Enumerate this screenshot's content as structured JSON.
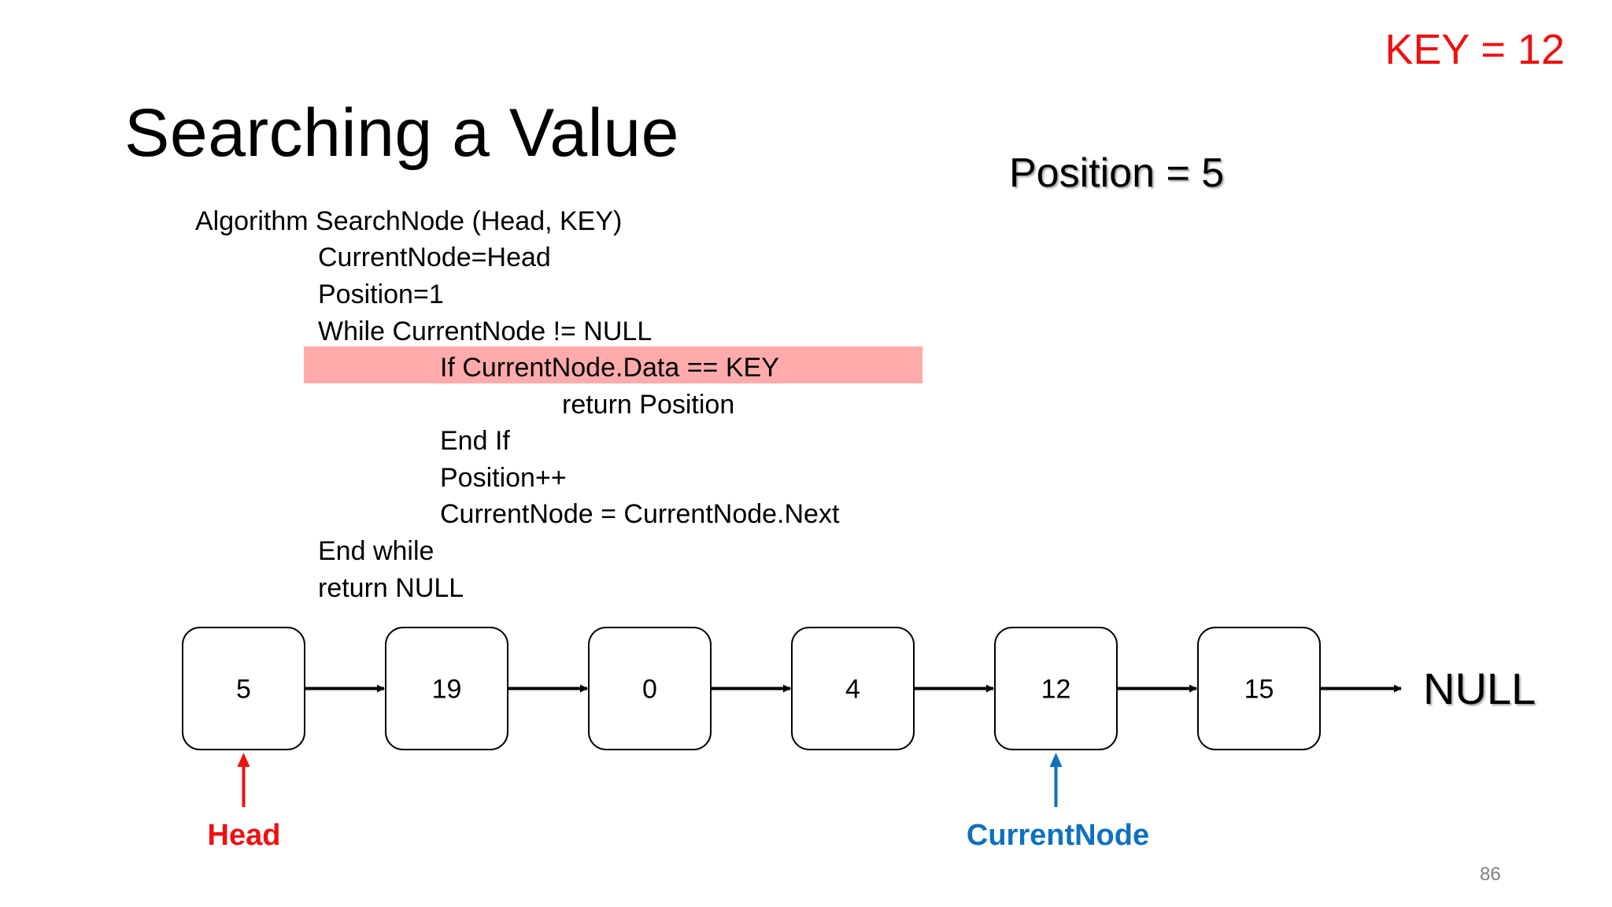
{
  "title": "Searching a Value",
  "key_label": "KEY = 12",
  "position_label": "Position = 5",
  "algorithm": {
    "lines": [
      "Algorithm SearchNode (Head, KEY)",
      "CurrentNode=Head",
      "Position=1",
      "While CurrentNode != NULL",
      "If CurrentNode.Data == KEY",
      "return Position",
      "End If",
      "Position++",
      "CurrentNode = CurrentNode.Next",
      "End while",
      "return NULL"
    ],
    "highlighted_line_index": 4,
    "highlight_color": "#ffabab"
  },
  "list": {
    "nodes": [
      "5",
      "19",
      "0",
      "4",
      "12",
      "15"
    ],
    "terminator": "NULL"
  },
  "pointers": {
    "head": {
      "label": "Head",
      "node_index": 0,
      "color": "#ee1111"
    },
    "current": {
      "label": "CurrentNode",
      "node_index": 4,
      "color": "#1070c0"
    }
  },
  "page_number": "86"
}
